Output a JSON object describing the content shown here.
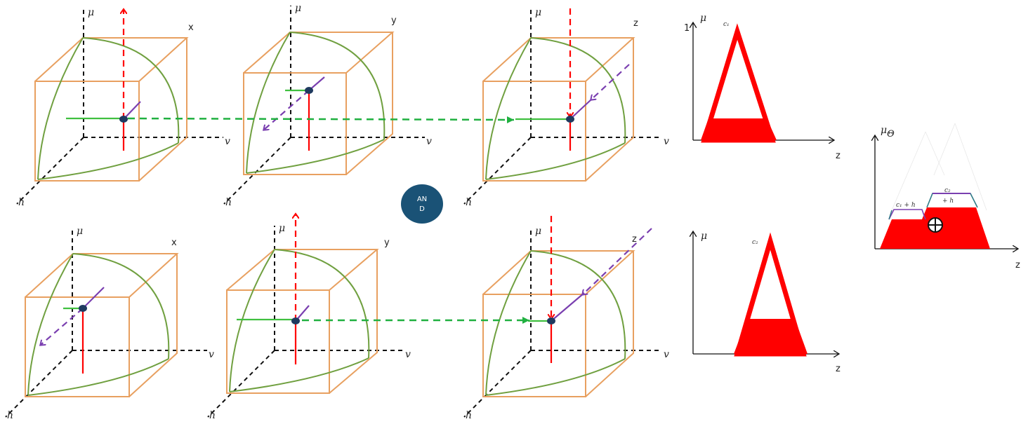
{
  "labels": {
    "mu": "μ",
    "v": "v",
    "h": "h",
    "x": "x",
    "y": "y",
    "z": "z",
    "one": "1",
    "c1": "c₁",
    "c2": "c₂",
    "c1_plus_h": "c₁ + h",
    "c2_top": "c₂",
    "plus_h": "+ h",
    "mu_theta": "μ",
    "theta_sub": "Θ",
    "and_line1": "AN",
    "and_line2": "D",
    "oplus": "⊕"
  },
  "colors": {
    "cube": "#e8a060",
    "sphere": "#70a040",
    "axis": "#111111",
    "red": "#ff0000",
    "green_dash": "#20b040",
    "green": "#40c040",
    "purple": "#7a3fb0",
    "dot": "#1f3a5f",
    "and_fill": "#1a5276",
    "teal": "#2e7a86"
  }
}
